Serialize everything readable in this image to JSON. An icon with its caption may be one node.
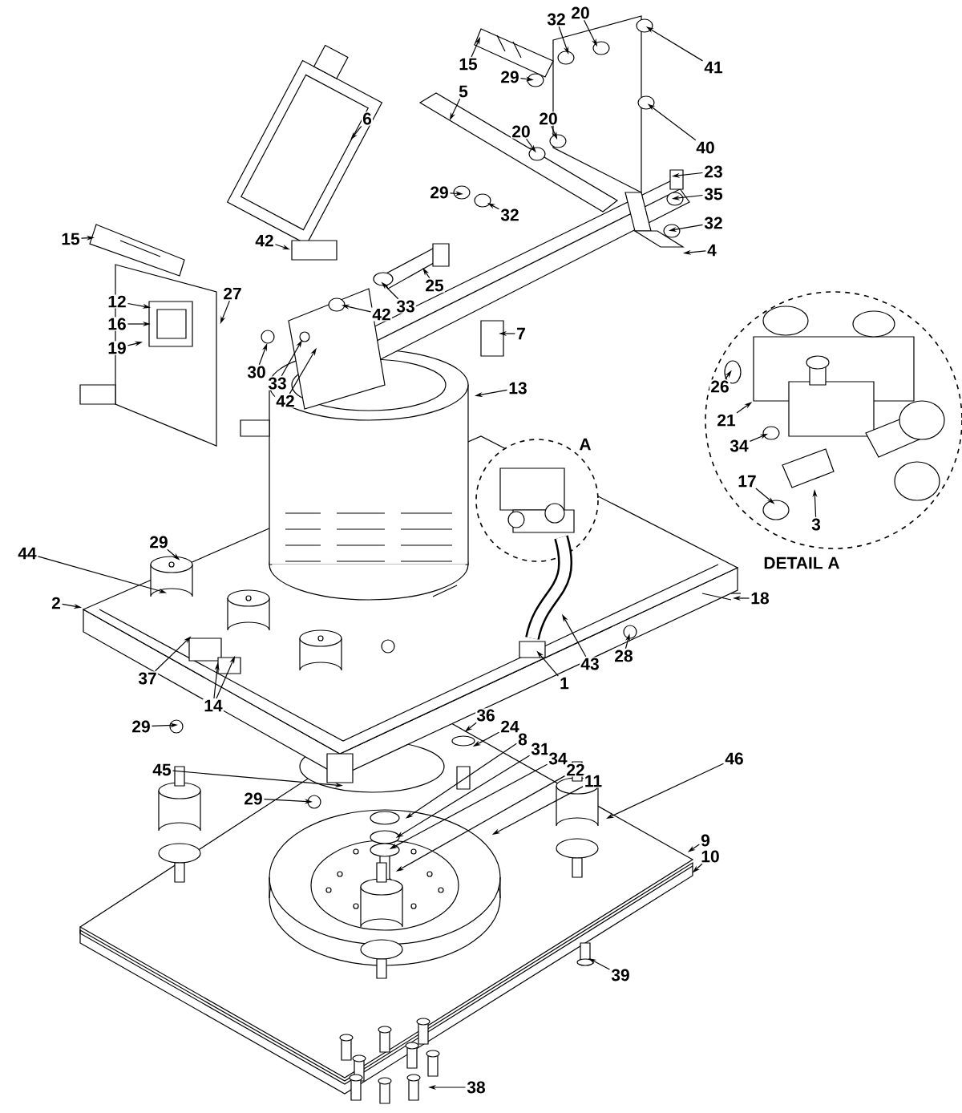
{
  "diagram": {
    "nodes": [
      {
        "text": [
          "15"
        ]
      },
      {
        "text": [
          "32"
        ]
      },
      {
        "text": [
          "20"
        ]
      },
      {
        "text": [
          "41"
        ]
      },
      {
        "text": [
          "29"
        ]
      },
      {
        "text": [
          "5"
        ]
      },
      {
        "text": [
          "6"
        ]
      },
      {
        "text": [
          "20"
        ]
      },
      {
        "text": [
          "20"
        ]
      },
      {
        "text": [
          "40"
        ]
      },
      {
        "text": [
          "23"
        ]
      },
      {
        "text": [
          "35"
        ]
      },
      {
        "text": [
          "32"
        ]
      },
      {
        "text": [
          "4"
        ]
      },
      {
        "text": [
          "29"
        ]
      },
      {
        "text": [
          "32"
        ]
      },
      {
        "text": [
          "15"
        ]
      },
      {
        "text": [
          "42"
        ]
      },
      {
        "text": [
          "25"
        ]
      },
      {
        "text": [
          "33"
        ]
      },
      {
        "text": [
          "42"
        ]
      },
      {
        "text": [
          "27"
        ]
      },
      {
        "text": [
          "12"
        ]
      },
      {
        "text": [
          "16"
        ]
      },
      {
        "text": [
          "19"
        ]
      },
      {
        "text": [
          "7"
        ]
      },
      {
        "text": [
          "30"
        ]
      },
      {
        "text": [
          "33"
        ]
      },
      {
        "text": [
          "42"
        ]
      },
      {
        "text": [
          "13"
        ]
      },
      {
        "text": [
          "26"
        ]
      },
      {
        "text": [
          "21"
        ]
      },
      {
        "text": [
          "34"
        ]
      },
      {
        "text": [
          "17"
        ]
      },
      {
        "text": [
          "3"
        ]
      },
      {
        "text": [
          "44"
        ]
      },
      {
        "text": [
          "29"
        ]
      },
      {
        "text": [
          "2"
        ]
      },
      {
        "text": [
          "18"
        ]
      },
      {
        "text": [
          "37"
        ]
      },
      {
        "text": [
          "14"
        ]
      },
      {
        "text": [
          "43"
        ]
      },
      {
        "text": [
          "28"
        ]
      },
      {
        "text": [
          "1"
        ]
      },
      {
        "text": [
          "29"
        ]
      },
      {
        "text": [
          "36"
        ]
      },
      {
        "text": [
          "24"
        ]
      },
      {
        "text": [
          "8"
        ]
      },
      {
        "text": [
          "31"
        ]
      },
      {
        "text": [
          "34"
        ]
      },
      {
        "text": [
          "22"
        ]
      },
      {
        "text": [
          "11"
        ]
      },
      {
        "text": [
          "45"
        ]
      },
      {
        "text": [
          "29"
        ]
      },
      {
        "text": [
          "46"
        ]
      },
      {
        "text": [
          "9"
        ]
      },
      {
        "text": [
          "10"
        ]
      },
      {
        "text": [
          "39"
        ]
      },
      {
        "text": [
          "38"
        ]
      }
    ],
    "edges": [
      {
        "from": 0,
        "to": null,
        "arrow": "to"
      },
      {
        "from": 1,
        "to": null,
        "arrow": "to"
      },
      {
        "from": 2,
        "to": null,
        "arrow": "to"
      },
      {
        "from": 3,
        "to": null,
        "arrow": "to"
      },
      {
        "from": 4,
        "to": null,
        "arrow": "to"
      },
      {
        "from": 5,
        "to": null,
        "arrow": "to"
      },
      {
        "from": 6,
        "to": null,
        "arrow": "to"
      },
      {
        "from": 7,
        "to": null,
        "arrow": "to"
      },
      {
        "from": 8,
        "to": null,
        "arrow": "to"
      },
      {
        "from": 9,
        "to": null,
        "arrow": "to"
      },
      {
        "from": 10,
        "to": null,
        "arrow": "to"
      },
      {
        "from": 11,
        "to": null,
        "arrow": "to"
      },
      {
        "from": 12,
        "to": null,
        "arrow": "to"
      },
      {
        "from": 13,
        "to": null,
        "arrow": "to"
      },
      {
        "from": 14,
        "to": null,
        "arrow": "to"
      },
      {
        "from": 15,
        "to": null,
        "arrow": "to"
      },
      {
        "from": 16,
        "to": null,
        "arrow": "to"
      },
      {
        "from": 17,
        "to": null,
        "arrow": "to"
      },
      {
        "from": 18,
        "to": null,
        "arrow": "to"
      },
      {
        "from": 19,
        "to": null,
        "arrow": "to"
      },
      {
        "from": 20,
        "to": null,
        "arrow": "to"
      },
      {
        "from": 21,
        "to": null,
        "arrow": "to"
      },
      {
        "from": 22,
        "to": null,
        "arrow": "to"
      },
      {
        "from": 23,
        "to": null,
        "arrow": "to"
      },
      {
        "from": 24,
        "to": null,
        "arrow": "to"
      },
      {
        "from": 25,
        "to": null,
        "arrow": "to"
      },
      {
        "from": 26,
        "to": null,
        "arrow": "to"
      },
      {
        "from": 27,
        "to": null,
        "arrow": "to"
      },
      {
        "from": 28,
        "to": null,
        "arrow": "to"
      },
      {
        "from": 29,
        "to": null,
        "arrow": "to"
      },
      {
        "from": 30,
        "to": null,
        "arrow": "to"
      },
      {
        "from": 31,
        "to": null,
        "arrow": "to"
      },
      {
        "from": 32,
        "to": null,
        "arrow": "to"
      },
      {
        "from": 33,
        "to": null,
        "arrow": "to"
      },
      {
        "from": 34,
        "to": null,
        "arrow": "to"
      },
      {
        "from": 35,
        "to": null,
        "arrow": "to"
      },
      {
        "from": 36,
        "to": null,
        "arrow": "to"
      },
      {
        "from": 37,
        "to": null,
        "arrow": "to"
      },
      {
        "from": 38,
        "to": null,
        "arrow": "to"
      },
      {
        "from": 39,
        "to": null,
        "arrow": "to"
      },
      {
        "from": 40,
        "to": null,
        "arrow": "to"
      },
      {
        "from": 40,
        "to": null,
        "arrow": "to"
      },
      {
        "from": 41,
        "to": null,
        "arrow": "to"
      },
      {
        "from": 42,
        "to": null,
        "arrow": "to"
      },
      {
        "from": 43,
        "to": null,
        "arrow": "to"
      },
      {
        "from": 44,
        "to": null,
        "arrow": "to"
      },
      {
        "from": 45,
        "to": null,
        "arrow": "to"
      },
      {
        "from": 46,
        "to": null,
        "arrow": "to"
      },
      {
        "from": 47,
        "to": null,
        "arrow": "to"
      },
      {
        "from": 48,
        "to": null,
        "arrow": "to"
      },
      {
        "from": 49,
        "to": null,
        "arrow": "to"
      },
      {
        "from": 50,
        "to": null,
        "arrow": "to"
      },
      {
        "from": 51,
        "to": null,
        "arrow": "to"
      },
      {
        "from": 52,
        "to": null,
        "arrow": "to"
      },
      {
        "from": 53,
        "to": null,
        "arrow": "to"
      },
      {
        "from": 54,
        "to": null,
        "arrow": "to"
      },
      {
        "from": 55,
        "to": null,
        "arrow": "to"
      },
      {
        "from": 56,
        "to": null,
        "arrow": "to"
      },
      {
        "from": 57,
        "to": null,
        "arrow": "to"
      },
      {
        "from": 58,
        "to": null,
        "arrow": "to"
      }
    ],
    "labels": [
      "A",
      "DETAIL A"
    ]
  }
}
